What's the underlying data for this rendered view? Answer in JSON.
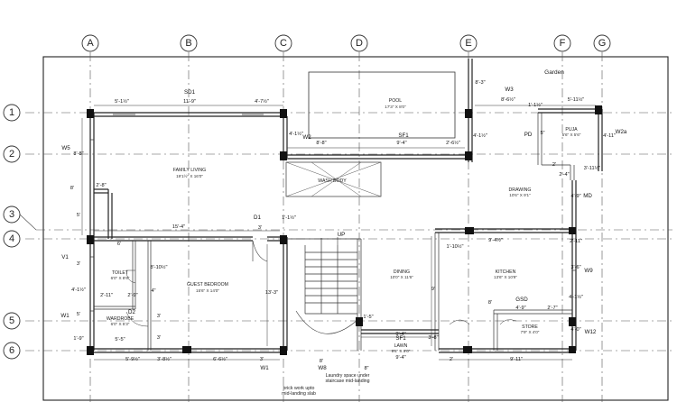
{
  "grid": {
    "columns": [
      "A",
      "B",
      "C",
      "D",
      "E",
      "F",
      "G"
    ],
    "rows": [
      "1",
      "2",
      "3",
      "4",
      "5",
      "6"
    ]
  },
  "rooms": {
    "sd1": "SD1",
    "pool": "POOL",
    "pool_size": "17'3\" X 8'0\"",
    "sf1_top": "SF1",
    "family_living": "FAMILY LIVING",
    "family_living_size": "19'1½\" X 16'0\"",
    "wash_body": "WASH BODY",
    "garden": "Garden",
    "puja": "PUJA",
    "puja_size": "5'6\" X 5'6\"",
    "pd": "PD",
    "drawing": "DRAWING",
    "drawing_size": "10'6\" X 9'1\"",
    "md": "MD",
    "toilet": "TOILET",
    "toilet_size": "6'0\" X 8'6\"",
    "guest_bedroom": "GUEST BEDROOM",
    "guest_bedroom_size": "15'6\" X 14'0\"",
    "wardrobe": "WARDROBE",
    "wardrobe_size": "6'0\" X 5'3\"",
    "up": "UP",
    "dining": "DINING",
    "dining_size": "10'0\" X 11'6\"",
    "kitchen": "KITCHEN",
    "kitchen_size": "13'6\" X 10'9\"",
    "gsd": "GSD",
    "store": "STORE",
    "store_size": "7'9\" X 4'0\"",
    "sf1_lawn": "SF1",
    "lawn": "LAWN",
    "lawn_size": "9'6\" X 9'0\"",
    "laundry_1": "Laundry space under",
    "laundry_2": "staircase mid-landing",
    "brick_1": "brick work upto",
    "brick_2": "mid-landing slab"
  },
  "tags": {
    "w3": "W3",
    "w2": "W2",
    "w2a": "W2a",
    "w5": "W5",
    "d1": "D1",
    "v1": "V1",
    "w1_left": "W1",
    "d2": "D2",
    "w9": "W9",
    "w12": "W12",
    "w1_bottom": "W1",
    "w8": "W8"
  },
  "dims": {
    "d1": "5'-1½\"",
    "d2": "11'-9\"",
    "d3": "4'-7½\"",
    "d4": "8'-3\"",
    "d5": "8'-6½\"",
    "d6": "5'-11½\"",
    "d7": "4'-1½\"",
    "d8": "8'-8\"",
    "d9": "9'-4\"",
    "d10": "2'-6½\"",
    "d11": "4'-1½\"",
    "d12": "1'-1½\"",
    "d13": "5\"",
    "d14": "4'-11\"",
    "d15": "2'",
    "d16": "3'-11½\"",
    "d17": "2'-4\"",
    "d18": "8'-8\"",
    "d19": "2'-8\"",
    "d20": "8'",
    "d21": "5'",
    "d22": "4'-9\"",
    "d23": "15'-4\"",
    "d24": "1'-1½\"",
    "d25": "3'",
    "d26": "6'",
    "d27": "9'-4½\"",
    "d28": "1'-10½\"",
    "d29": "2'-11\"",
    "d30": "8'-10½\"",
    "d31": "3'",
    "d32": "4'-1½\"",
    "d33": "2'-11\"",
    "d34": "2'-9\"",
    "d35": "4\"",
    "d36": "13'-3\"",
    "d37": "9'",
    "d38": "3'-6\"",
    "d39": "4'-1½\"",
    "d40": "4'-9\"",
    "d41": "2'-7\"",
    "d42": "8'",
    "d43": "3'",
    "d44": "5'",
    "d45": "1'-9\"",
    "d46": "5'-5\"",
    "d47": "3'",
    "d48": "1'-5\"",
    "d49": "3'-8\"",
    "d50": "9'-4\"",
    "d51": "4'-0\"",
    "d52": "5'-9½\"",
    "d53": "3'-8½\"",
    "d54": "6'-6½\"",
    "d55": "3'",
    "d56": "8'",
    "d57": "9'-4\"",
    "d58": "2'",
    "d59": "9'-11\"",
    "d60": "8\""
  }
}
